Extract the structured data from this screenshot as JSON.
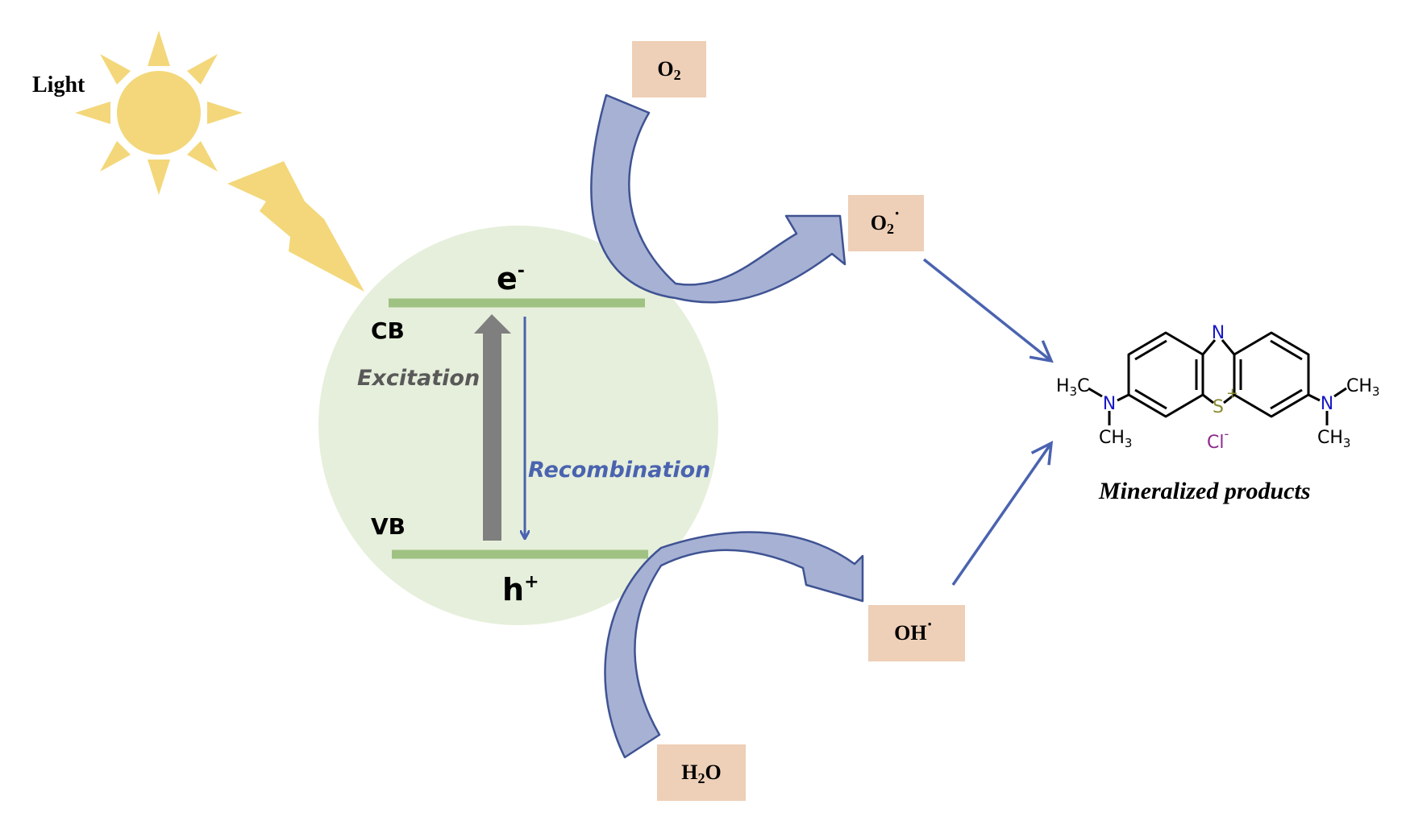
{
  "light_label": "Light",
  "band": {
    "cb_label": "CB",
    "vb_label": "VB",
    "electron": {
      "base": "e",
      "sup": "-"
    },
    "hole": {
      "base": "h",
      "sup": "+"
    },
    "excitation_label": "Excitation",
    "recombination_label": "Recombination"
  },
  "species": {
    "o2": {
      "base": "O",
      "sub": "2"
    },
    "o2_radical": {
      "base": "O",
      "sub": "2",
      "sup": "·"
    },
    "oh_radical": {
      "base": "OH",
      "sup": "·"
    },
    "h2o": {
      "pre": "H",
      "sub": "2",
      "post": "O"
    }
  },
  "molecule": {
    "n_top": "N",
    "s_center": "S",
    "s_charge": "+",
    "counter_ion": "Cl",
    "counter_charge": "-",
    "left_n": "N",
    "right_n": "N",
    "h3c": {
      "pre": "H",
      "sub": "3",
      "post": "C"
    },
    "ch3": {
      "pre": "CH",
      "sub": "3"
    }
  },
  "products_label": "Mineralized products",
  "colors": {
    "sun": "#f3d77a",
    "circle": "#e6efdb",
    "band_line": "#9fc283",
    "excitation_arrow": "#7f7f7f",
    "recombination": "#4a63b0",
    "box_fill": "#eecfb7",
    "curved_arrow_dark": "#8f9bbc",
    "curved_arrow_light": "#b9c4e6",
    "arrow_stroke": "#3f5393",
    "bond": "#000000",
    "nitrogen": "#1a1ac8",
    "sulfur": "#8a8a32",
    "chloride": "#8b2a8b"
  }
}
